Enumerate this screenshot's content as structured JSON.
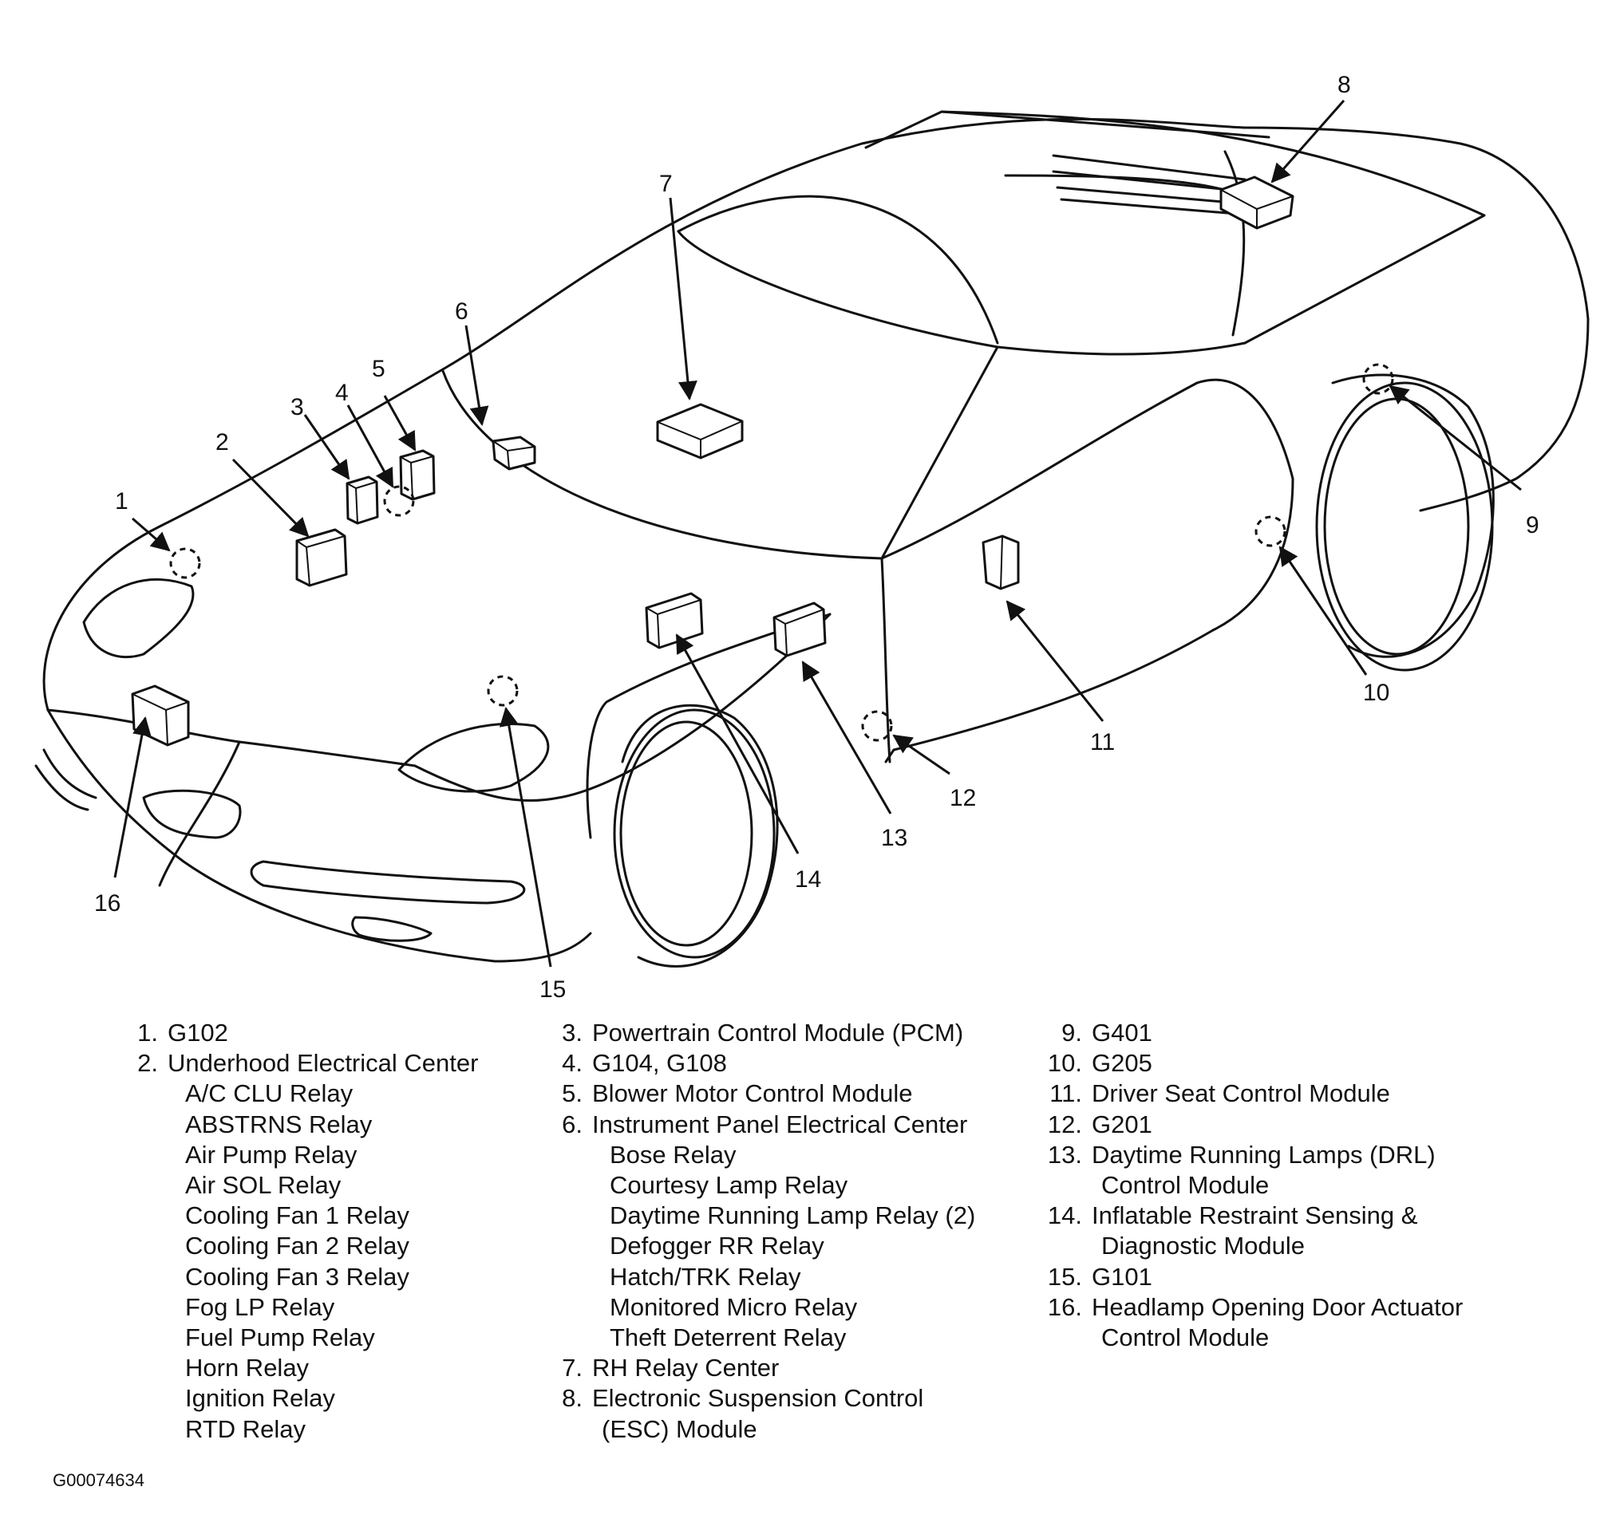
{
  "callouts": [
    "1",
    "2",
    "3",
    "4",
    "5",
    "6",
    "7",
    "8",
    "9",
    "10",
    "11",
    "12",
    "13",
    "14",
    "15",
    "16"
  ],
  "legend": {
    "col1": {
      "items": [
        {
          "num": "1.",
          "label": "G102"
        },
        {
          "num": "2.",
          "label": "Underhood Electrical Center"
        }
      ],
      "subitems": [
        "A/C CLU Relay",
        "ABSTRNS Relay",
        "Air Pump Relay",
        "Air SOL Relay",
        "Cooling Fan 1 Relay",
        "Cooling Fan 2 Relay",
        "Cooling Fan 3 Relay",
        "Fog LP Relay",
        "Fuel Pump Relay",
        "Horn Relay",
        "Ignition Relay",
        "RTD Relay"
      ]
    },
    "col2": {
      "items_a": [
        {
          "num": "3.",
          "label": "Powertrain Control Module (PCM)"
        },
        {
          "num": "4.",
          "label": "G104, G108"
        },
        {
          "num": "5.",
          "label": "Blower Motor Control Module"
        },
        {
          "num": "6.",
          "label": "Instrument Panel Electrical Center"
        }
      ],
      "subitems": [
        "Bose Relay",
        "Courtesy Lamp Relay",
        "Daytime Running Lamp Relay (2)",
        "Defogger RR Relay",
        "Hatch/TRK Relay",
        "Monitored Micro Relay",
        "Theft Deterrent Relay"
      ],
      "items_b": [
        {
          "num": "7.",
          "label": "RH Relay Center"
        },
        {
          "num": "8.",
          "label": "Electronic Suspension Control"
        }
      ],
      "cont_8": "(ESC) Module"
    },
    "col3": {
      "items": [
        {
          "num": "9.",
          "label": "G401"
        },
        {
          "num": "10.",
          "label": "G205"
        },
        {
          "num": "11.",
          "label": "Driver Seat Control Module"
        },
        {
          "num": "12.",
          "label": "G201"
        },
        {
          "num": "13.",
          "label": "Daytime Running Lamps (DRL)"
        },
        {
          "num": "14.",
          "label": "Inflatable Restraint Sensing &"
        },
        {
          "num": "15.",
          "label": "G101"
        },
        {
          "num": "16.",
          "label": "Headlamp Opening Door Actuator"
        }
      ],
      "cont_13": "Control Module",
      "cont_14": "Diagnostic Module",
      "cont_16": "Control Module"
    }
  },
  "figure_id": "G00074634"
}
